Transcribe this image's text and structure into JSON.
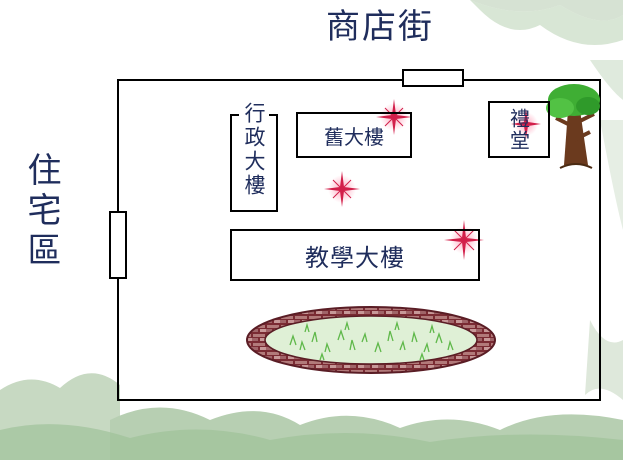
{
  "labels": {
    "street": "商店街",
    "residential": "住宅區"
  },
  "buildings": {
    "admin": "行政大樓",
    "old": "舊大樓",
    "hall": "禮堂",
    "teaching": "教學大樓"
  },
  "colors": {
    "text": "#1f2d5c",
    "outline": "#000000",
    "track": "#6b2630",
    "grass": "#5fb84a",
    "tree_foliage": "#3fae34",
    "tree_trunk": "#6b3a1e",
    "sparkle": "#d21f4a"
  },
  "icons": [
    "tree-icon",
    "sparkle-icon",
    "grass-icon",
    "mountain-icon"
  ]
}
